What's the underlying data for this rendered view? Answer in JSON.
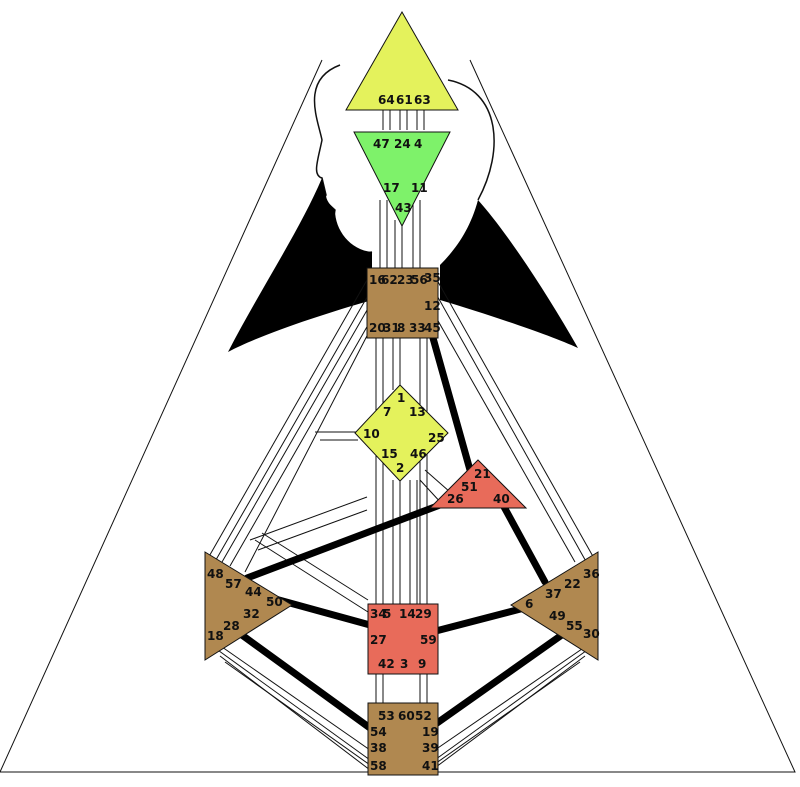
{
  "colors": {
    "head": "#e4f25c",
    "ajna": "#7ef26a",
    "g_center": "#e4f25c",
    "undefined": "#b08850",
    "sacral": "#e86b5a",
    "ego": "#e86b5a",
    "outline": "#111111",
    "silhouette": "#000000"
  },
  "centers": {
    "head": {
      "gates": [
        "64",
        "61",
        "63"
      ]
    },
    "ajna": {
      "gates": [
        "47",
        "24",
        "4",
        "17",
        "11",
        "43"
      ]
    },
    "throat": {
      "gates": [
        "16",
        "62",
        "23",
        "56",
        "35",
        "12",
        "20",
        "31",
        "8",
        "33",
        "45"
      ]
    },
    "g": {
      "gates": [
        "1",
        "7",
        "13",
        "10",
        "25",
        "15",
        "46",
        "2"
      ]
    },
    "ego": {
      "gates": [
        "21",
        "51",
        "26",
        "40"
      ]
    },
    "spleen": {
      "gates": [
        "48",
        "57",
        "44",
        "50",
        "32",
        "28",
        "18"
      ]
    },
    "solar": {
      "gates": [
        "36",
        "22",
        "37",
        "6",
        "49",
        "55",
        "30"
      ]
    },
    "sacral": {
      "gates": [
        "34",
        "5",
        "14",
        "29",
        "27",
        "59",
        "42",
        "3",
        "9"
      ]
    },
    "root": {
      "gates": [
        "53",
        "60",
        "52",
        "54",
        "19",
        "38",
        "39",
        "58",
        "41"
      ]
    }
  }
}
